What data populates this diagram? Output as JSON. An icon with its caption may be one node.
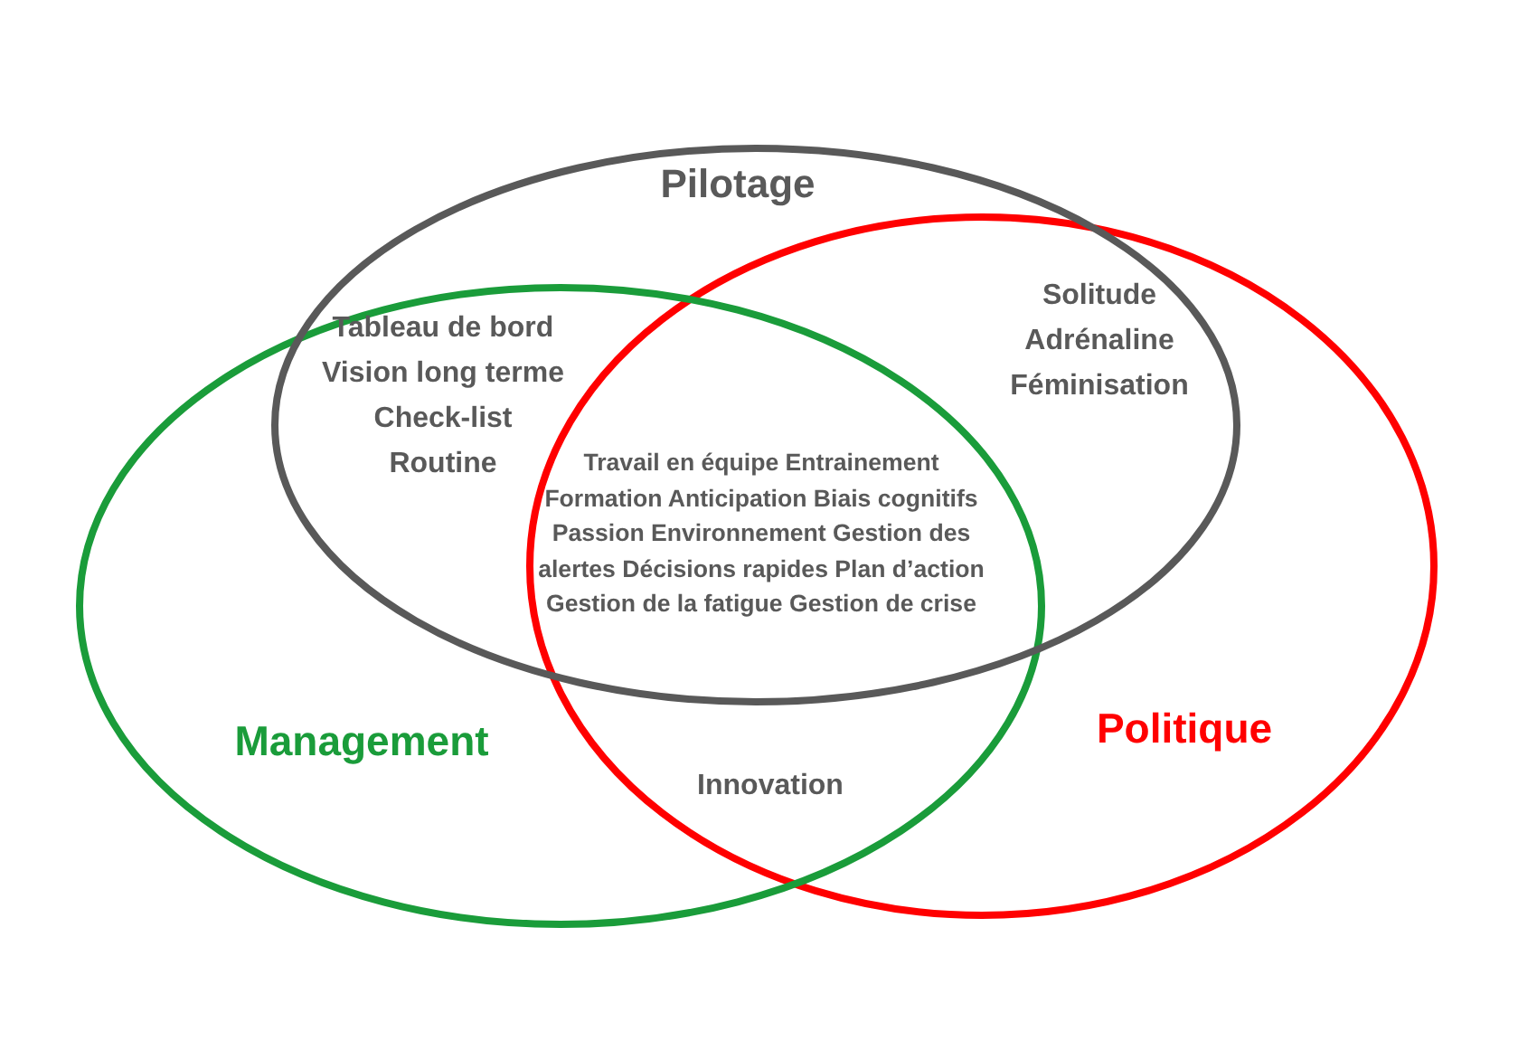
{
  "diagram": {
    "nodes": [
      {
        "text": [
          "Pilotage"
        ]
      },
      {
        "text": [
          "Management"
        ]
      },
      {
        "text": [
          "Politique"
        ]
      }
    ],
    "edges": [],
    "labels": [
      "Tableau de bord",
      "Vision long terme",
      "Check-list",
      "Routine",
      "Solitude",
      "Adrénaline",
      "Féminisation",
      "Travail en équipe Entrainement Formation Anticipation Biais cognitifs Passion  Environnement Gestion des alertes Décisions rapides  Plan d’action Gestion de la fatigue Gestion de crise",
      "Innovation"
    ]
  }
}
